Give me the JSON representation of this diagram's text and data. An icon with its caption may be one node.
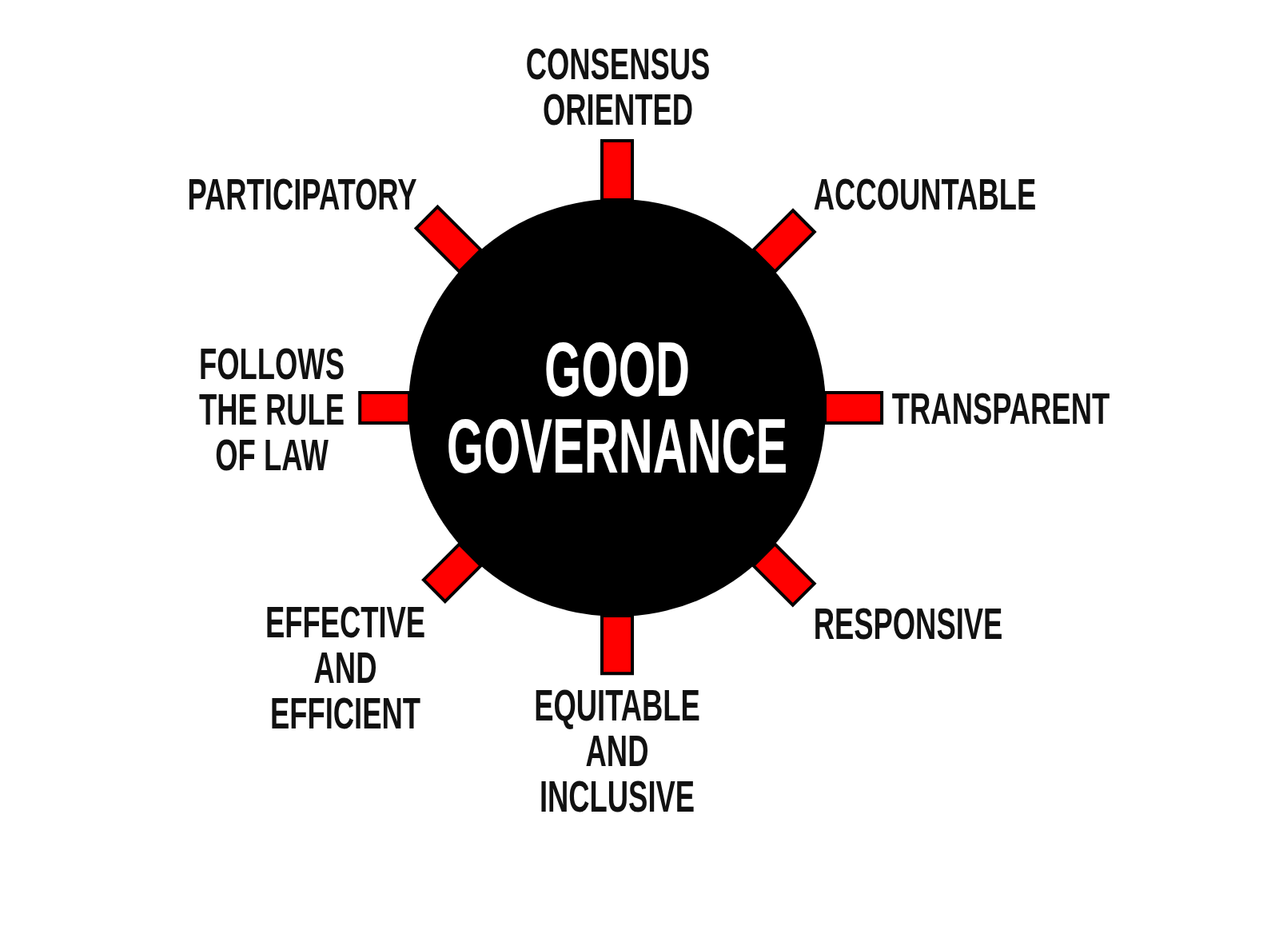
{
  "diagram": {
    "nodes": [
      {
        "text": [
          "GOOD GOVERNANCE"
        ]
      },
      {
        "text": [
          "CONSENSUS ORIENTED"
        ]
      },
      {
        "text": [
          "PARTICIPATORY"
        ]
      },
      {
        "text": [
          "ACCOUNTABLE"
        ]
      },
      {
        "text": [
          "FOLLOWS THE RULE OF LAW"
        ]
      },
      {
        "text": [
          "TRANSPARENT"
        ]
      },
      {
        "text": [
          "EFFECTIVE AND EFFICIENT"
        ]
      },
      {
        "text": [
          "RESPONSIVE"
        ]
      },
      {
        "text": [
          "EQUITABLE AND INCLUSIVE"
        ]
      }
    ],
    "edges": [
      {
        "from": 0,
        "to": 1,
        "arrow": "none",
        "style": "thick",
        "color": "#ff0000"
      },
      {
        "from": 0,
        "to": 2,
        "arrow": "none",
        "style": "thick",
        "color": "#ff0000"
      },
      {
        "from": 0,
        "to": 3,
        "arrow": "none",
        "style": "thick",
        "color": "#ff0000"
      },
      {
        "from": 0,
        "to": 4,
        "arrow": "none",
        "style": "thick",
        "color": "#ff0000"
      },
      {
        "from": 0,
        "to": 5,
        "arrow": "none",
        "style": "thick",
        "color": "#ff0000"
      },
      {
        "from": 0,
        "to": 6,
        "arrow": "none",
        "style": "thick",
        "color": "#ff0000"
      },
      {
        "from": 0,
        "to": 7,
        "arrow": "none",
        "style": "thick",
        "color": "#ff0000"
      },
      {
        "from": 0,
        "to": 8,
        "arrow": "none",
        "style": "thick",
        "color": "#ff0000"
      }
    ]
  }
}
